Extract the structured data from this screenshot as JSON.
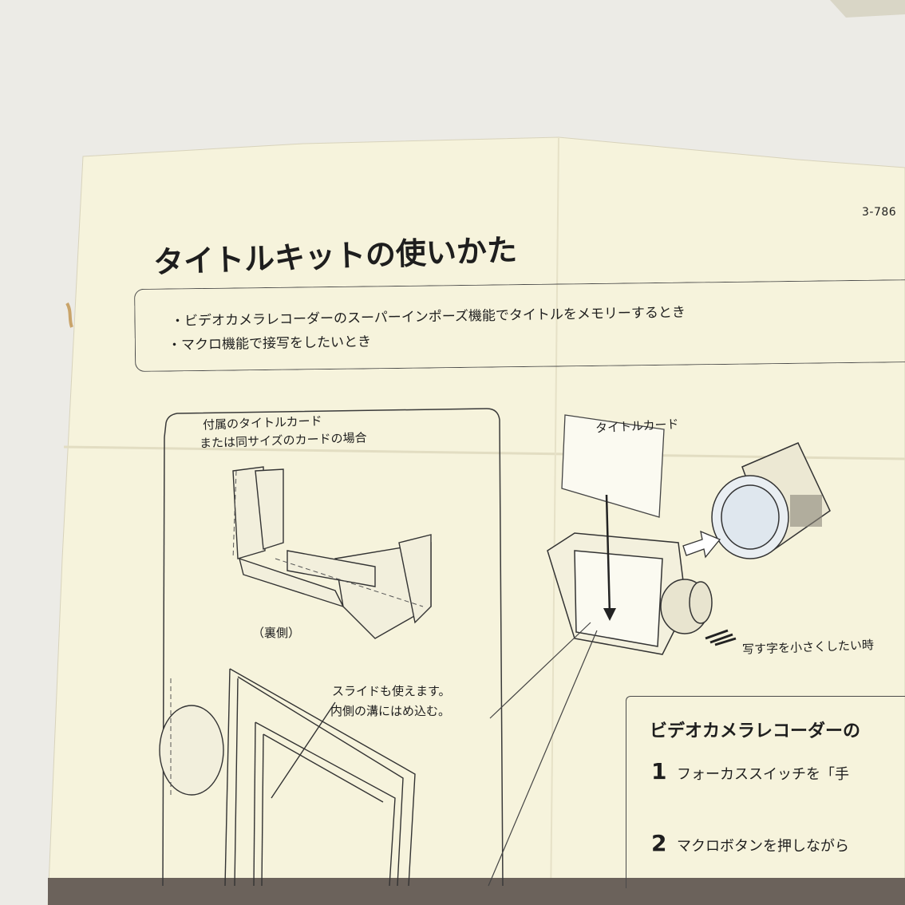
{
  "doc_number": "3-786",
  "title": "タイトルキットの使いかた",
  "bullets": [
    "・ビデオカメラレコーダーのスーパーインポーズ機能でタイトルをメモリーするとき",
    "・マクロ機能で接写をしたいとき"
  ],
  "figure_labels": {
    "included_card_line1": "付属のタイトルカード",
    "included_card_line2": "または同サイズのカードの場合",
    "title_card": "タイトルカード",
    "back_side": "（裏側）",
    "slide_line1": "スライドも使えます。",
    "slide_line2": "内側の溝にはめ込む。",
    "smaller_text": "写す字を小さくしたい時"
  },
  "instructions": {
    "heading": "ビデオカメラレコーダーの",
    "steps": [
      {
        "number": "1",
        "text": "フォーカススイッチを「手"
      },
      {
        "number": "2",
        "text": "マクロボタンを押しながら"
      }
    ]
  },
  "colors": {
    "paper": "#f6f3dc",
    "background": "#e9e6dd",
    "ink": "#1e1e1e"
  }
}
